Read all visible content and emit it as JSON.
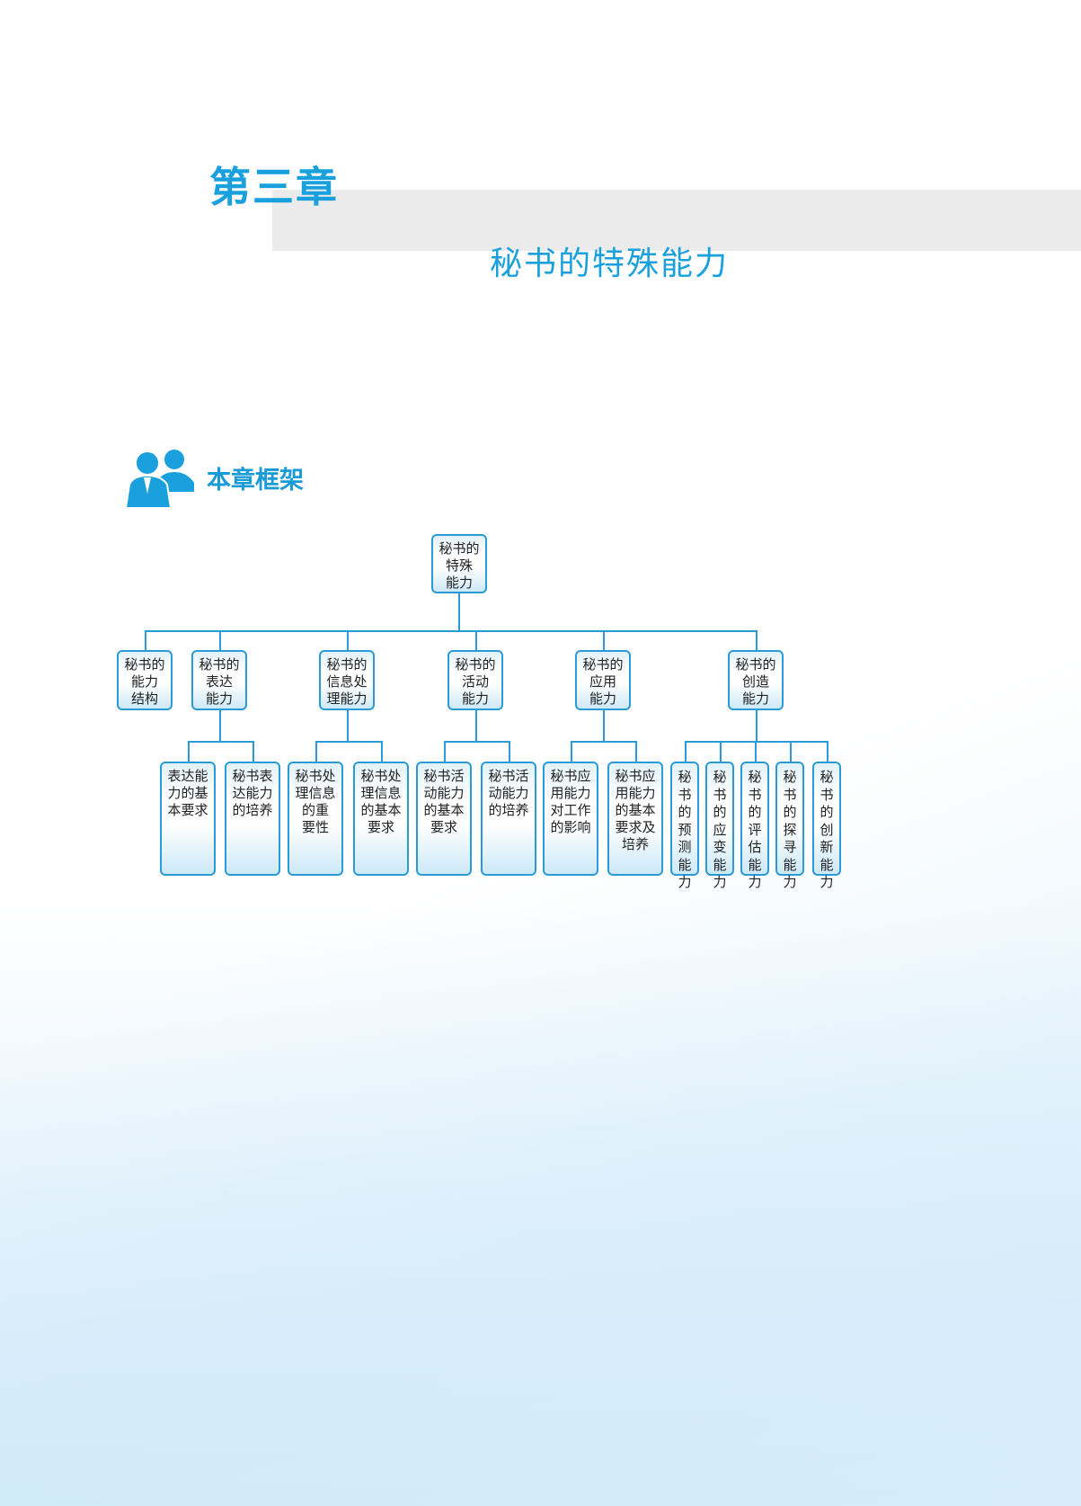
{
  "chapter": "第三章",
  "title": "秘书的特殊能力",
  "section_title": "本章框架",
  "colors": {
    "accent": "#1aa0dc",
    "line": "#2a9bd6",
    "band": "#ebebeb"
  },
  "tree": {
    "label": [
      "秘书的",
      "特殊",
      "能力"
    ],
    "children": [
      {
        "label": [
          "秘书的",
          "能力",
          "结构"
        ],
        "children": []
      },
      {
        "label": [
          "秘书的",
          "表达",
          "能力"
        ],
        "children": [
          {
            "label": [
              "表达能",
              "力的基",
              "本要求"
            ]
          },
          {
            "label": [
              "秘书表",
              "达能力",
              "的培养"
            ]
          }
        ]
      },
      {
        "label": [
          "秘书的",
          "信息处",
          "理能力"
        ],
        "children": [
          {
            "label": [
              "秘书处",
              "理信息",
              "的重",
              "要性"
            ]
          },
          {
            "label": [
              "秘书处",
              "理信息",
              "的基本",
              "要求"
            ]
          }
        ]
      },
      {
        "label": [
          "秘书的",
          "活动",
          "能力"
        ],
        "children": [
          {
            "label": [
              "秘书活",
              "动能力",
              "的基本",
              "要求"
            ]
          },
          {
            "label": [
              "秘书活",
              "动能力",
              "的培养"
            ]
          }
        ]
      },
      {
        "label": [
          "秘书的",
          "应用",
          "能力"
        ],
        "children": [
          {
            "label": [
              "秘书应",
              "用能力",
              "对工作",
              "的影响"
            ]
          },
          {
            "label": [
              "秘书应",
              "用能力",
              "的基本",
              "要求及",
              "培养"
            ]
          }
        ]
      },
      {
        "label": [
          "秘书的",
          "创造",
          "能力"
        ],
        "children": [
          {
            "label": [
              "秘",
              "书",
              "的",
              "预",
              "测",
              "能",
              "力"
            ]
          },
          {
            "label": [
              "秘",
              "书",
              "的",
              "应",
              "变",
              "能",
              "力"
            ]
          },
          {
            "label": [
              "秘",
              "书",
              "的",
              "评",
              "估",
              "能",
              "力"
            ]
          },
          {
            "label": [
              "秘",
              "书",
              "的",
              "探",
              "寻",
              "能",
              "力"
            ]
          },
          {
            "label": [
              "秘",
              "书",
              "的",
              "创",
              "新",
              "能",
              "力"
            ]
          }
        ]
      }
    ]
  }
}
